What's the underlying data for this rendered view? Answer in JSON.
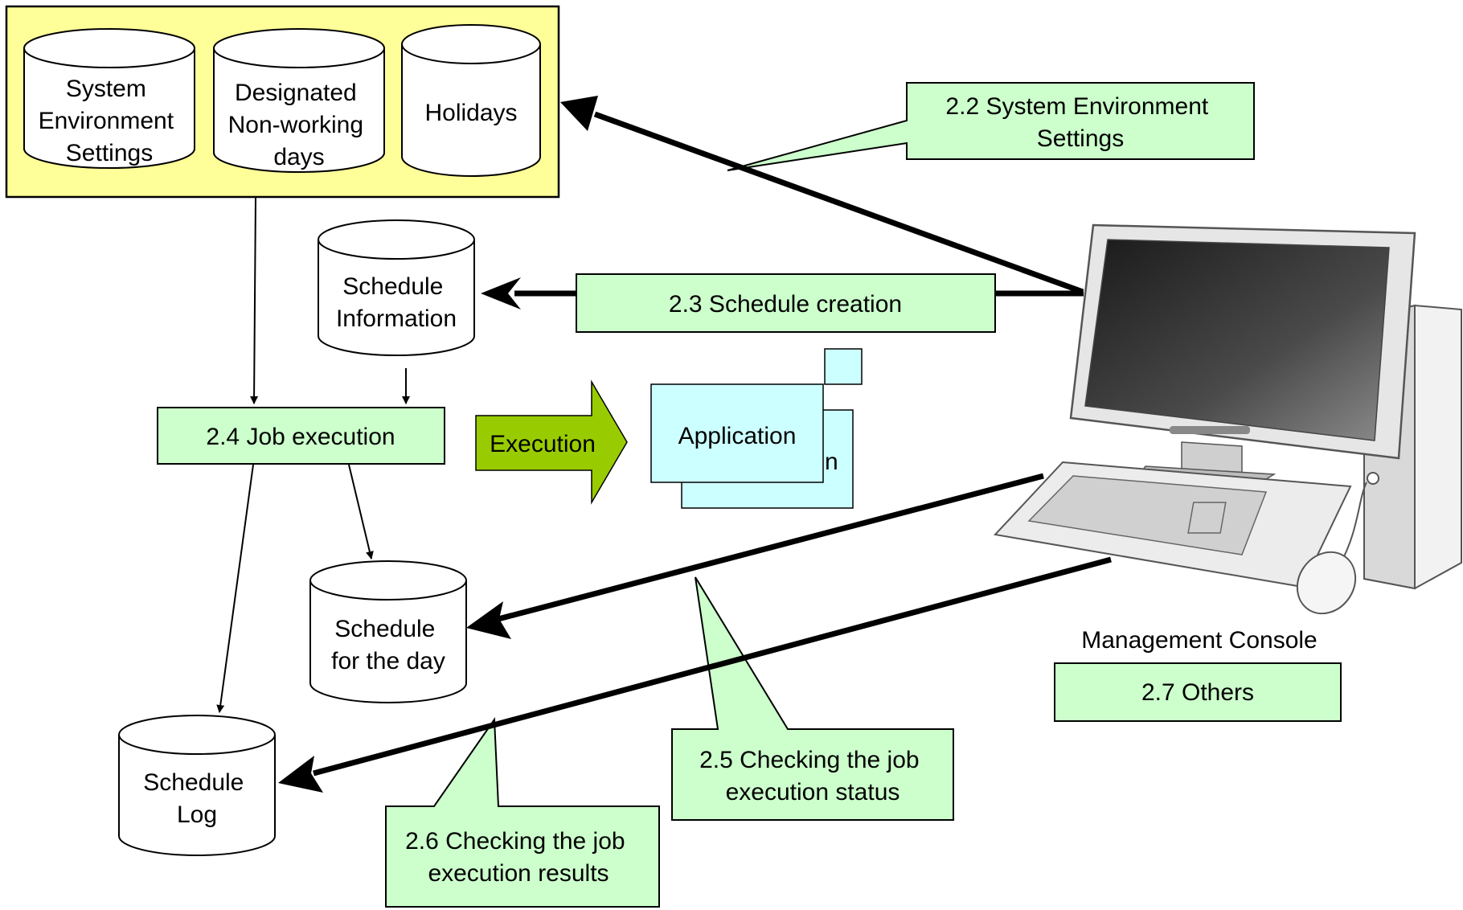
{
  "databases": {
    "system_env": [
      "System",
      "Environment",
      "Settings"
    ],
    "nonworking": [
      "Designated",
      "Non-working",
      "days"
    ],
    "holidays": [
      "Holidays"
    ],
    "schedule_info": [
      "Schedule",
      "Information"
    ],
    "schedule_day": [
      "Schedule",
      "for the day"
    ],
    "schedule_log": [
      "Schedule",
      "Log"
    ]
  },
  "processes": {
    "job_execution": "2.4 Job execution",
    "schedule_creation": "2.3 Schedule creation",
    "others": "2.7 Others"
  },
  "callouts": {
    "sys_env_settings": [
      "2.2 System Environment",
      "Settings"
    ],
    "checking_status": [
      "2.5 Checking the job",
      "execution status"
    ],
    "checking_results": [
      "2.6 Checking the job",
      "execution results"
    ]
  },
  "execution_arrow": "Execution",
  "application": "Application",
  "application_back_fragment": "n",
  "console_label": "Management Console",
  "colors": {
    "db_group_fill": "#ffff99",
    "process_fill": "#ccffcc",
    "callout_fill": "#ccffcc",
    "execution_fill": "#99cc00",
    "application_fill": "#ccffff",
    "screen_fill": "#333333"
  },
  "icons": [
    "computer-icon",
    "monitor-icon",
    "keyboard-icon",
    "mouse-icon",
    "tower-icon"
  ]
}
